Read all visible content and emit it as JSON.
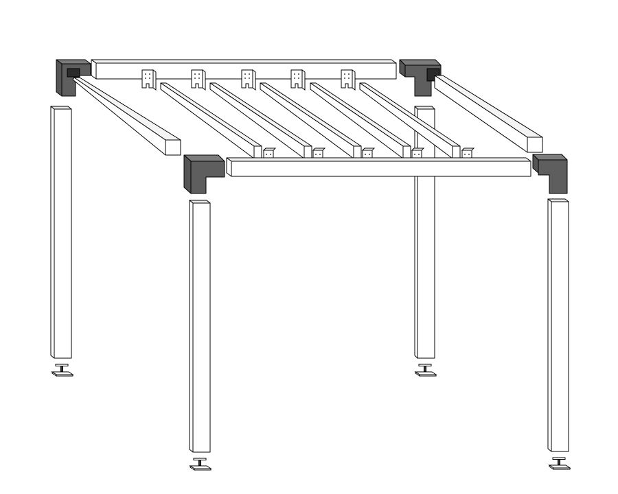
{
  "diagram": {
    "kind": "exploded-isometric-assembly",
    "parts": {
      "posts": 4,
      "corner_connectors": 4,
      "long_beams": 2,
      "side_beams": 2,
      "rafters": 5,
      "rafter_hangers_back": 5,
      "rafter_hangers_front": 5,
      "post_base_anchors": 4
    },
    "colors": {
      "timber": "#ffffff",
      "connector": "#5e5e5e",
      "outline": "#000000"
    }
  }
}
